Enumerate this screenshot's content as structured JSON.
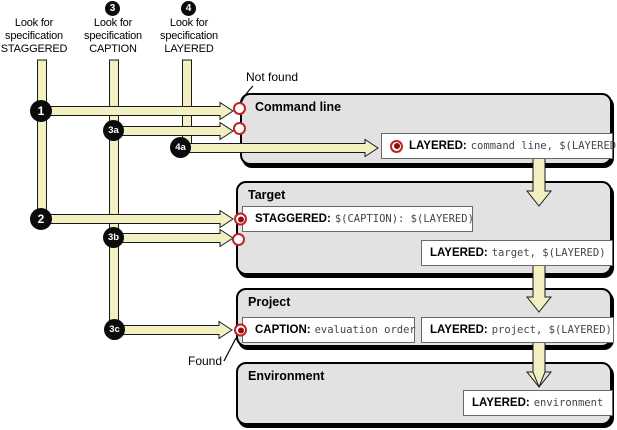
{
  "columns": [
    {
      "label": "Look for\nspecification\nSTAGGERED"
    },
    {
      "badge": "3",
      "label": "Look for\nspecification\nCAPTION"
    },
    {
      "badge": "4",
      "label": "Look for\nspecification\nLAYERED"
    }
  ],
  "step_badges": {
    "b1": "1",
    "b2": "2",
    "b3a": "3a",
    "b3b": "3b",
    "b3c": "3c",
    "b4a": "4a"
  },
  "scopes": {
    "command_line": {
      "title": "Command line"
    },
    "target": {
      "title": "Target"
    },
    "project": {
      "title": "Project"
    },
    "environment": {
      "title": "Environment"
    }
  },
  "specs": {
    "cmdline_layered": {
      "name": "LAYERED:",
      "value": "command line, $(LAYERED)"
    },
    "target_staggered": {
      "name": "STAGGERED:",
      "value": "$(CAPTION): $(LAYERED)"
    },
    "target_layered": {
      "name": "LAYERED:",
      "value": "target, $(LAYERED)"
    },
    "project_caption": {
      "name": "CAPTION:",
      "value": "evaluation order"
    },
    "project_layered": {
      "name": "LAYERED:",
      "value": "project, $(LAYERED)"
    },
    "env_layered": {
      "name": "LAYERED:",
      "value": "environment"
    }
  },
  "annotations": {
    "not_found": "Not found",
    "found": "Found"
  },
  "colors": {
    "arrow_fill": "#f2efc0",
    "scope_fill": "#e2e2e2",
    "found_dot": "#8b0f0f",
    "marker_ring": "#c32222",
    "badge_fill": "#0b0b0b"
  }
}
